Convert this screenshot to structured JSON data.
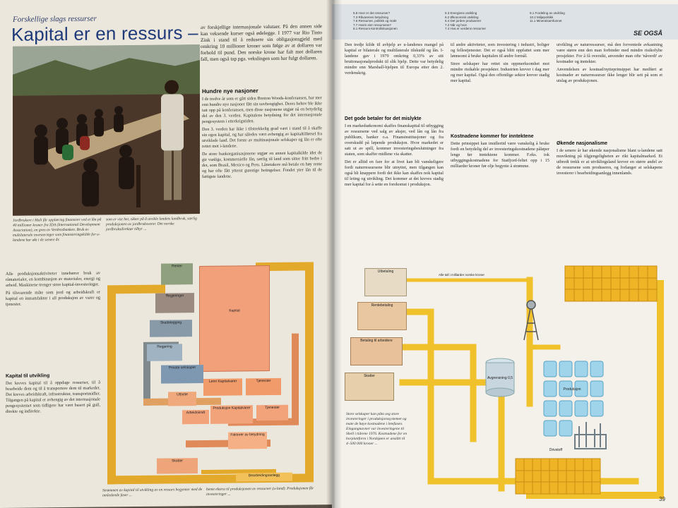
{
  "left": {
    "kicker": "Forskellige slags ressurser",
    "title": "Kapital er en ressurs –",
    "intro": "av forskjellige internasjonale valutaer. På den annen side kan veksende kurser også ødelegge. I 1977 var Rio Tinto Zink i stand til å redusere sin obligasjonsgjeld med omkring 10 millioner kroner som følge av at dollaren var forhold til pund. Den norske krone har falt mot dollaren fall, men også tap pga. vekslingen som har fulgt dollaren.",
    "photo_caption_1": "Jordbrukere i Mali får opplæring finansiert ved et lån på 40 millioner kroner fra IDA (International Development Association), en gren av Verdensbanken. Bruk av multilaterale investeringer som finansieringskilde for u-landene har økt i de senere år.",
    "photo_caption_2": "som er vist her, sikter på å utvikle landets landbruk, særlig produksjonen av jordbruksvarer. Det norske jordbruksdirektør tilbyr ...",
    "heading_nye": "Hundre nye nasjoner",
    "col_mid": [
      "I de tredve år som er gått siden Bretton Woods-konferansen, har mer enn hundre nye nasjoner fått sin uavhengighet. Deres behov ble ikke tatt opp på konferansen, men disse nasjonene utgjør nå en betydelig del av den 3. verden. Kapitalens betydning for det internasjonale pengesystem i etterkrigstiden.",
      "Den 3. verden har ikke i tilstrekkelig grad vært i stand til å skaffe sin egen kapital, og har således vært avhengig av kapitaltilførsel fra utviklede land. Det forste av multinasjonale selskaper og lån er ofte rettet mot i-landene.",
      "De store bankorganisasjonene utgjør en annen kapitalkilde idet de gir vanlige, kommersielle lån, særlig til land som sitter fritt bedre i det, som Brasil, Mexico og Peru. Lånetakere må betale en høy rente og har ofte fått ytterst gunstige betingelser. Fondet yter lån til de fattigste landene."
    ],
    "col_left": [
      "Alle produksjonsaktiviteter innebærer bruk av råmaterialer, en kombinasjon av materialer, energi og arbeid. Maskinene trenger store kapital-investeringer.",
      "På tilsvarende måte som jord og arbeidskraft er kapital en innsatsfaktor i all produksjon av varer og tjenester."
    ],
    "heading_kapital": "Kapital til utvikling",
    "col_left_2": [
      "Det kreves kapital til å oppdage ressurser, til å bearbeide dem og til å transportere dem til markedet. Det kreves arbeidskraft, infrastruktur, transportmidler. Tilgangen på kapital er avhengig av det internasjonale pengesystemet som tidligere har vært basert på gull, direkte og indirekte."
    ],
    "bottom_caption": "Strømmen av kapital til utvikling av en ressurs begynner med de innledende faser ...",
    "bottom_caption_2": "hente ekstra til produksjonen av ressurser (u-land). Produksjonen får investeringer ..."
  },
  "diagram_left": {
    "boxes": [
      "Renter",
      "Regjeringer",
      "Skattelegging",
      "Kapital",
      "Regjering",
      "Private selskaper",
      "Utbytte",
      "Lønn Kapitalvarer",
      "Tjenester",
      "Produksjon Kapitalvarer",
      "Arbeidskraft",
      "Tjenester",
      "Faktorer av betydning",
      "Skatter",
      "Bearbeidingsanlegg"
    ]
  },
  "right": {
    "nav": [
      [
        "6.8 Hvor er det ressurser?",
        "7.3 Råvarenes betydning",
        "7.6 Ressurser, politikk og makt",
        "7.7 Hvem eier ressursene?",
        "8.1 Ressurs-kontrollsituasjonen"
      ],
      [
        "5.3 Energiens utvikling",
        "6.2 Økonomisk utvikling",
        "6.4 Det jorden produserer",
        "7.2 Når og hvor",
        "7.4 Hva er verdens ressurser"
      ],
      [
        "9.1 Fordeling av utvikling",
        "10.2 Miljøpolitikk",
        "11.1 Mineralsamfunnet"
      ]
    ],
    "see_also": "SE OGSÅ",
    "col1": [
      "Den tredje kilde til avhjelp av u-landenes mangel på kapital er bilaterale og multilaterale tilskudd og lån. I-landene gav i 1979 omkring 0,33% av sitt bruttonasjonalprodukt til slik hjelp. Dette var betydelig mindre enn Marshall-hjelpen til Europa etter den 2. verdenskrig."
    ],
    "heading_betaler": "Det gode betaler for det mislykte",
    "col1_b": [
      "I en markedsøkonomi skaffes finanskapital til utbygging av ressursene ved salg av aksjer, ved lån og lån fra publikum, banker o.a. Finansinstitusjoner og fra overskudd på løpende produksjon. Hvor markedet er satt ut av spill, kommer investeringsbeslutninger fra staten, som skaffer midlene via skatter.",
      "Det er alltid en fare for at livet kan bli vanskeligere fordi naturressursene blir utnyttet, men tilgangen kan også bli knappere fordi det ikke kan skaffes nok kapital til leting og utvikling. Det kommer at det kreves stadig mer kapital for å sette en forekomst i produksjon."
    ],
    "col2": [
      "til andre aktiviteter, som investering i industri, boliger og fellestjenester. Det er også blitt oppfattet som mer lønnsomt å bruke kapitalen til andre formål.",
      "Store selskaper har rettet sin oppmerksomhet mot mindre risikable prosjekter. Industrien krever i dag mer og mer kapital. Også den offentlige sektor krever stadig mer kapital."
    ],
    "heading_kostnad": "Kostnadene kommer for inntektene",
    "col2_b": [
      "Dette prinsippet kan imidlertid være vanskelig å bruke fordi en betydelig del av investeringskostnadene påløper lenge før inntektene kommer. F.eks. tok utbyggingskostnadene for Statfjord-feltet opp i 15 milliarder kroner før olje begynte å strømme."
    ],
    "col3": [
      "utvikling av naturressurser, må den forventede avkastning være større enn den man forbinder med mindre risikofylte prosjekter. For å få oversikt, anvender man ofte 'nåverdi' av kostnader og inntekter.",
      "Anvendelsen av kostnad/nytteprinsippet har medført at kostnader av naturressurser ikke lenger blir sett på som et utslag av produksjonen."
    ],
    "heading_okende": "Økende nasjonalisme",
    "col3_b": [
      "I de senere år har økende nasjonalisme blant u-landene satt muvikning på tilgjengeligheten av rikt kapitalmarked. Et utbredt trekk er at utviklingsland krever en større andel av de ressursene som produseres, og forlanger at selskapene investerer i bearbeidingsanlegg innenlands."
    ],
    "diagram_caption": "Store selskaper kan påta seg store investeringer i produksjonssystemet og mate de høye kostnadene i letefasen. Eingangnavner var investeringene til Shell i tiårene 1976. Kostnadene for en borplattform i Nordsjøen er anslått til 4–500 000 kroner ...",
    "diagram_labels": {
      "offices": [
        "Utbetaling",
        "Rentebetaling",
        "Betaling til arbeidere",
        "Skatter"
      ],
      "line_label": "Alle tall i milliarder norske kroner",
      "tank": "Avgrensning 0,5",
      "production": "Produksjon",
      "fuel": "Drivstoff"
    },
    "page_number": "39"
  }
}
